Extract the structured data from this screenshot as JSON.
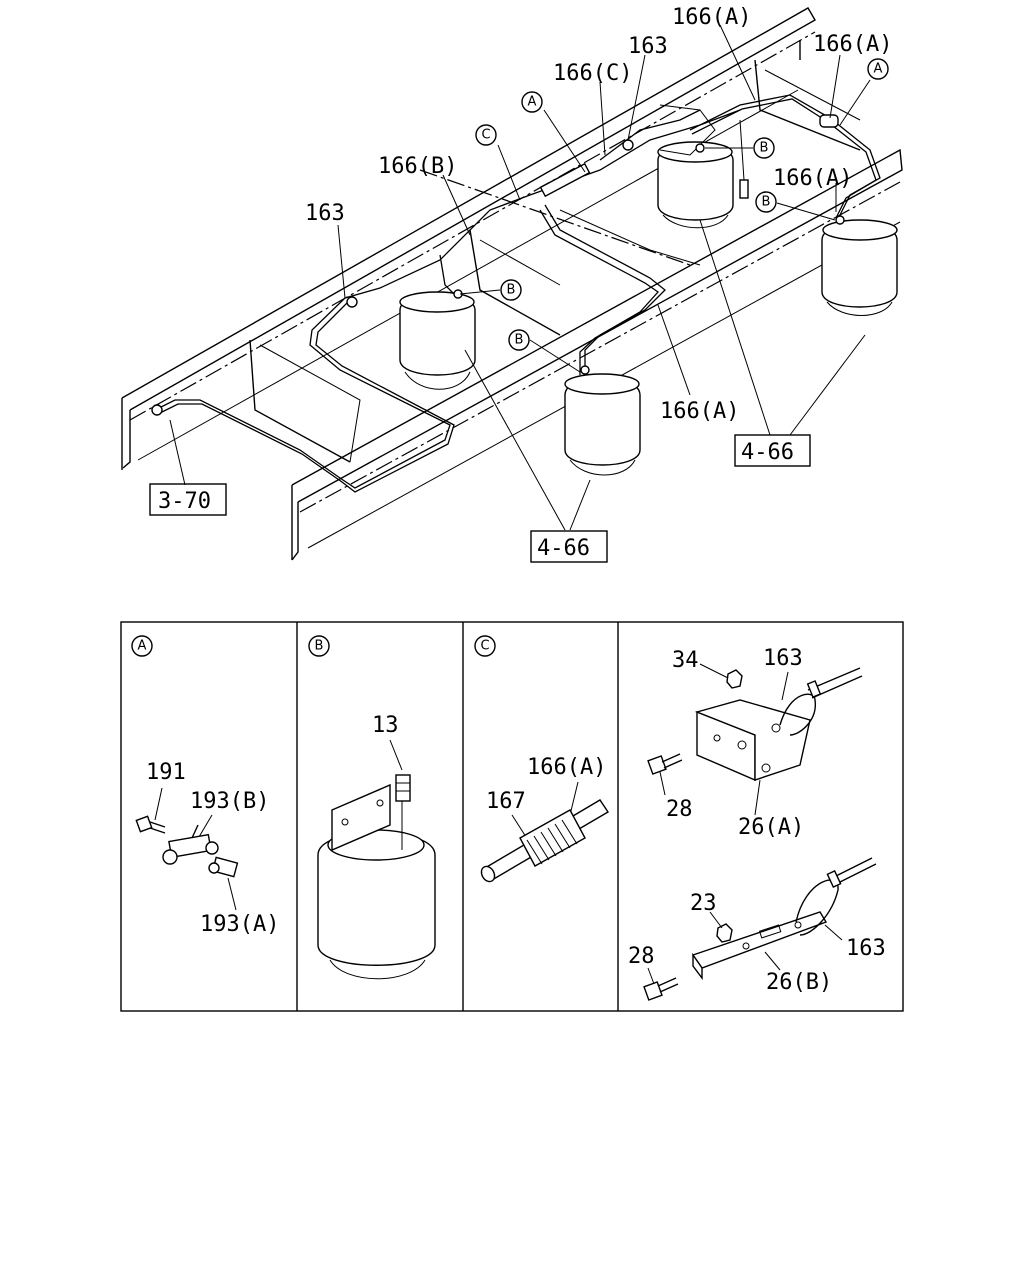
{
  "main_labels": {
    "top_166a_1": "166(A)",
    "top_163_1": "163",
    "top_166a_2": "166(A)",
    "top_166c": "166(C)",
    "top_166b": "166(B)",
    "top_163_2": "163",
    "top_166a_3": "166(A)",
    "top_166a_4": "166(A)",
    "ref_466_right": "4-66",
    "ref_370": "3-70",
    "ref_466_center": "4-66"
  },
  "callouts": {
    "a1": "A",
    "a2": "A",
    "c1": "C",
    "b1": "B",
    "b2": "B",
    "b3": "B",
    "b4": "B"
  },
  "panels": {
    "a": {
      "header": "A",
      "l191": "191",
      "l193b": "193(B)",
      "l193a": "193(A)"
    },
    "b": {
      "header": "B",
      "l13": "13"
    },
    "c": {
      "header": "C",
      "l166a": "166(A)",
      "l167": "167"
    },
    "d": {
      "l34": "34",
      "l163_top": "163",
      "l28_top": "28",
      "l26a": "26(A)",
      "l23": "23",
      "l28_bot": "28",
      "l163_bot": "163",
      "l26b": "26(B)"
    }
  }
}
